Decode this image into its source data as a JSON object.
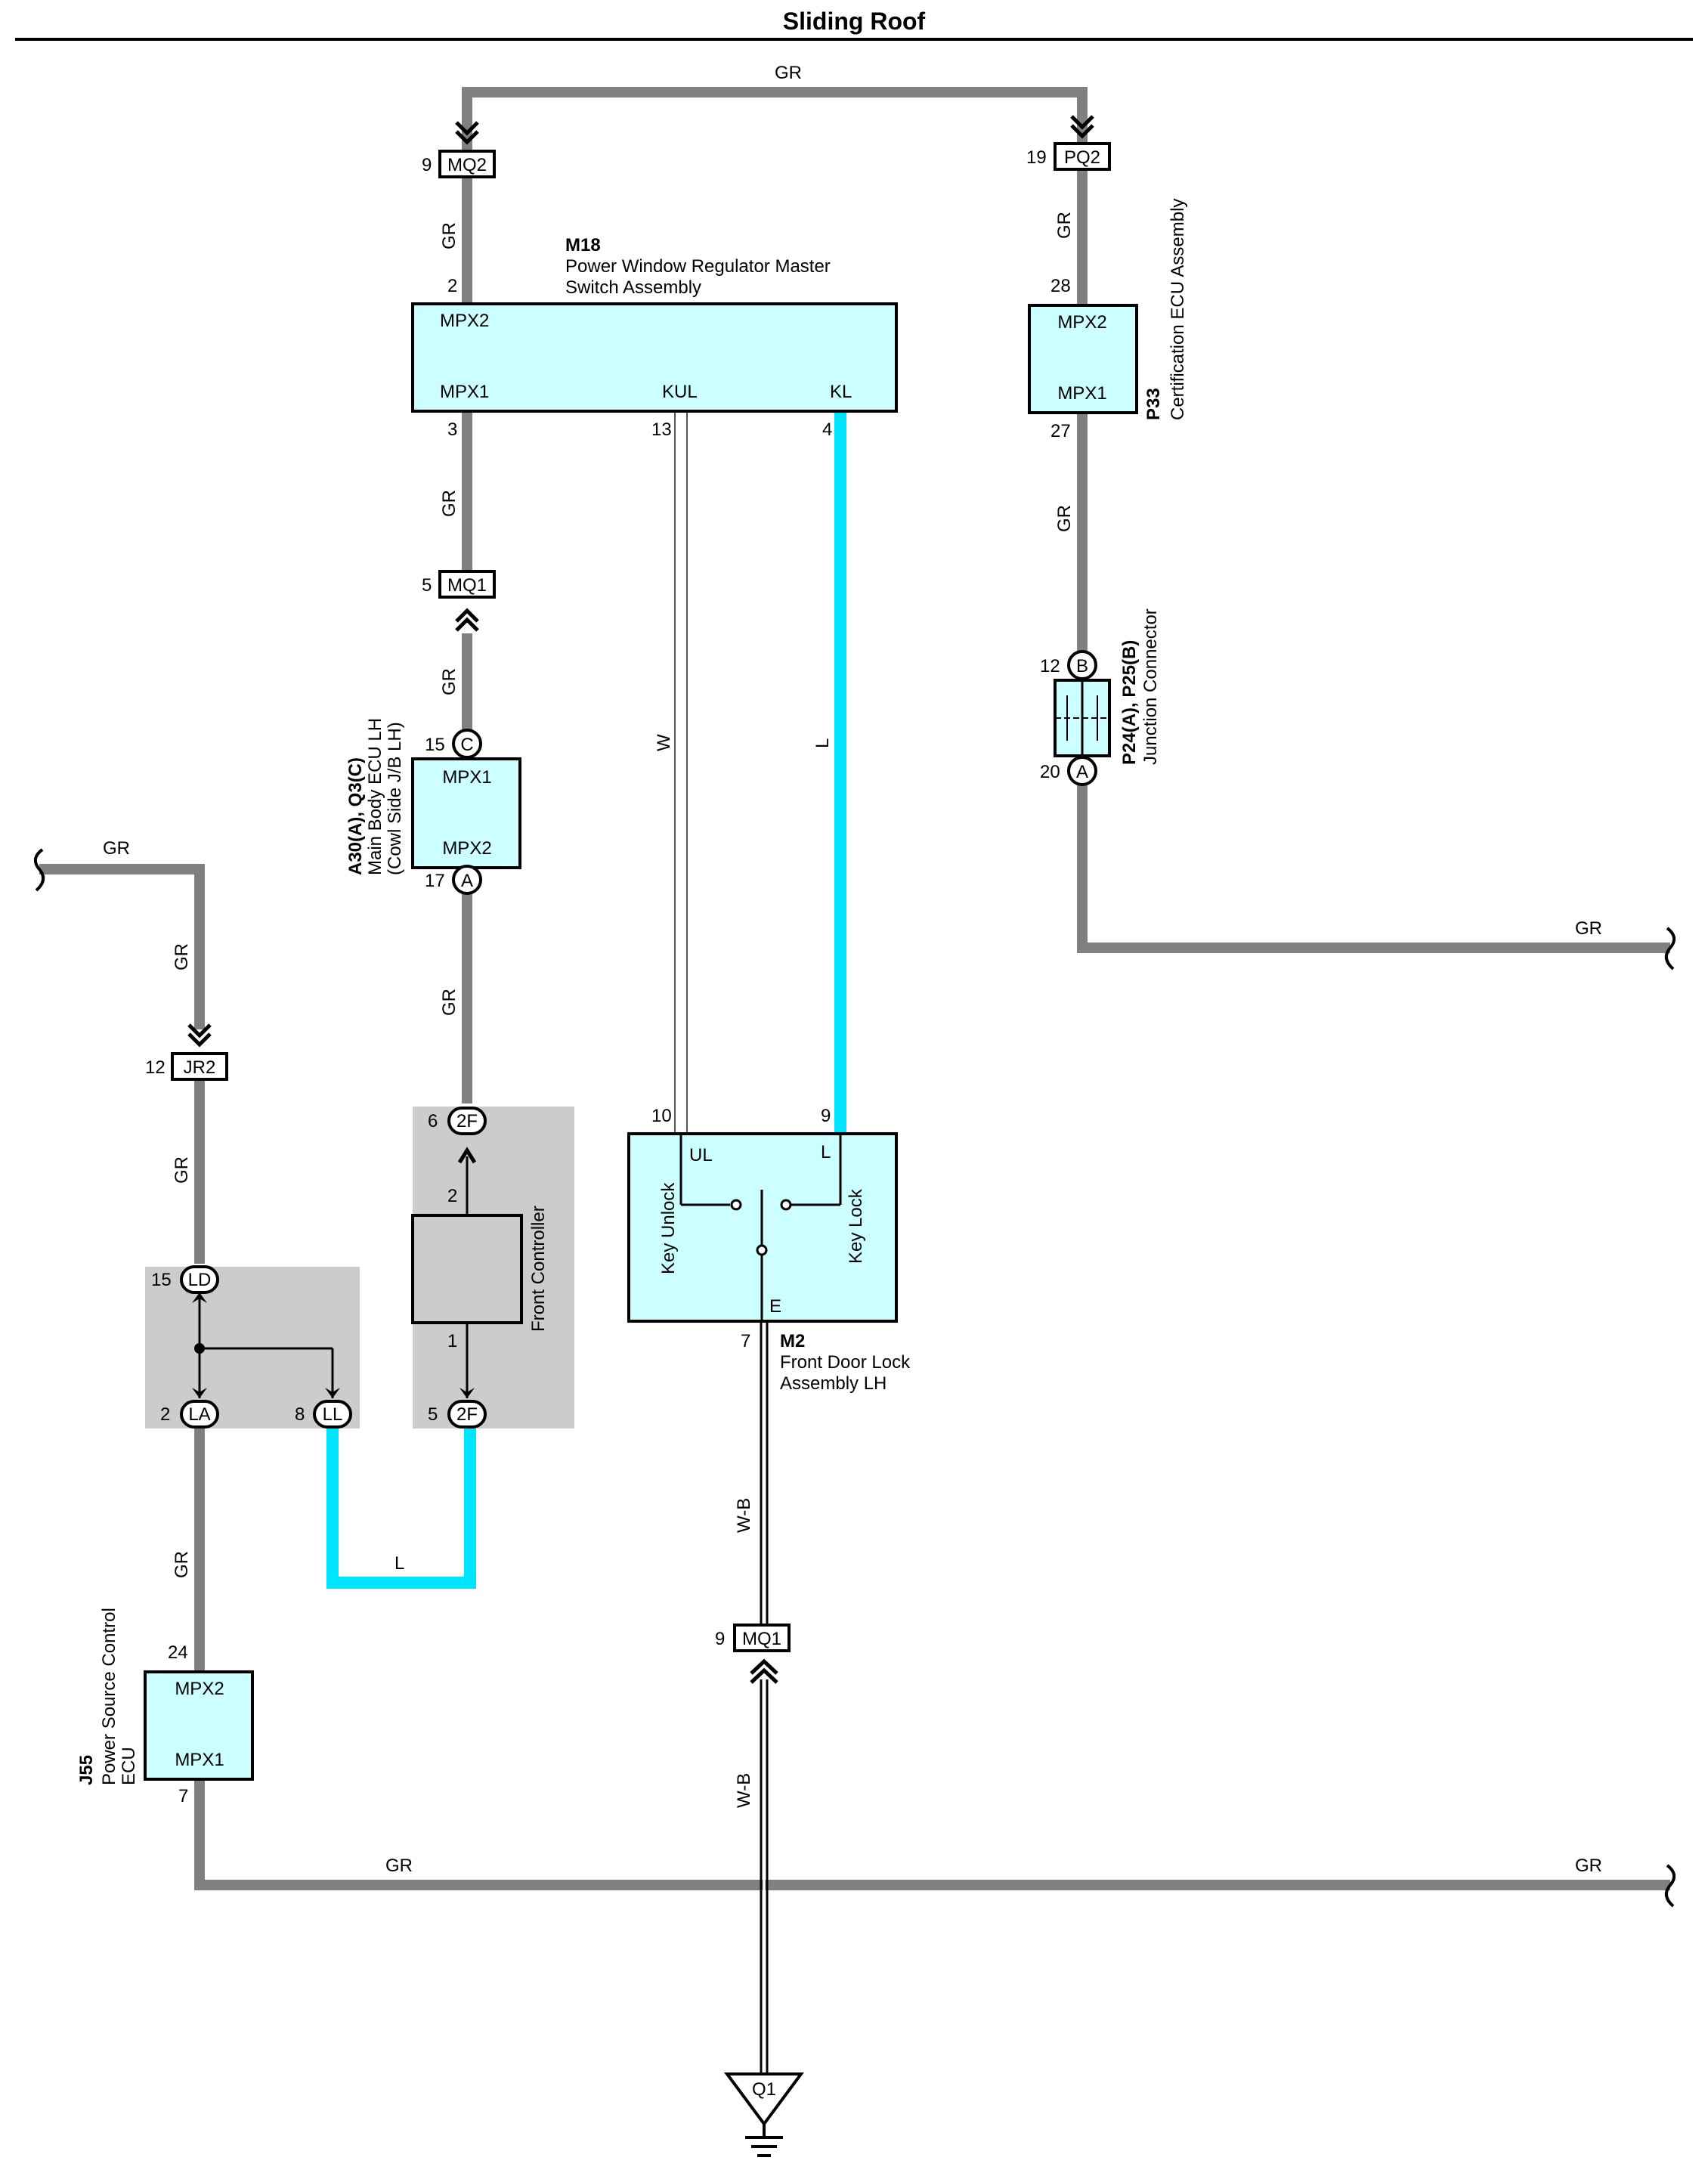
{
  "title": "Sliding Roof",
  "colors": {
    "wire_gray": "#808080",
    "wire_light_blue": "#00e5ff",
    "component_fill": "#ccffff",
    "module_fill": "#cccccc",
    "line": "#000000"
  },
  "wires": {
    "gr": "GR",
    "w": "W",
    "l": "L",
    "wb": "W-B"
  },
  "connectors": {
    "mq2": {
      "name": "MQ2",
      "pin": "9"
    },
    "pq2": {
      "name": "PQ2",
      "pin": "19"
    },
    "mq1_top": {
      "name": "MQ1",
      "pin": "5"
    },
    "mq1_bottom": {
      "name": "MQ1",
      "pin": "9"
    },
    "jr2": {
      "name": "JR2",
      "pin": "12"
    },
    "ld": {
      "name": "LD",
      "pin": "15"
    },
    "la": {
      "name": "LA",
      "pin": "2"
    },
    "ll": {
      "name": "LL",
      "pin": "8"
    },
    "f2_top": {
      "name": "2F",
      "pin": "6"
    },
    "f2_bottom": {
      "name": "2F",
      "pin": "5"
    },
    "ground": {
      "name": "Q1"
    }
  },
  "components": {
    "m18": {
      "id": "M18",
      "name_line1": "Power Window Regulator Master",
      "name_line2": "Switch Assembly",
      "terms": {
        "mpx2": "MPX2",
        "mpx1": "MPX1",
        "kul": "KUL",
        "kl": "KL"
      },
      "pins": {
        "mpx2": "2",
        "mpx1": "3",
        "kul": "13",
        "kl": "4"
      }
    },
    "p33": {
      "id": "P33",
      "name": "Certification ECU Assembly",
      "terms": {
        "mpx2": "MPX2",
        "mpx1": "MPX1"
      },
      "pins": {
        "mpx2": "28",
        "mpx1": "27"
      }
    },
    "a30": {
      "id": "A30(A), Q3(C)",
      "name_line1": "Main Body ECU LH",
      "name_line2": "(Cowl Side J/B LH)",
      "terms": {
        "mpx1": "MPX1",
        "mpx2": "MPX2"
      },
      "pins": {
        "c": "15",
        "a": "17"
      },
      "pin_letters": {
        "c": "C",
        "a": "A"
      }
    },
    "p24": {
      "id": "P24(A), P25(B)",
      "name": "Junction Connector",
      "pins": {
        "b": "12",
        "a": "20"
      },
      "pin_letters": {
        "b": "B",
        "a": "A"
      }
    },
    "front_controller": {
      "name": "Front Controller",
      "pins": {
        "top": "2",
        "bottom": "1"
      }
    },
    "m2": {
      "id": "M2",
      "name_line1": "Front Door Lock",
      "name_line2": "Assembly LH",
      "terms": {
        "ul": "UL",
        "l": "L",
        "e": "E",
        "key_unlock": "Key Unlock",
        "key_lock": "Key Lock"
      },
      "pins": {
        "ul": "10",
        "l": "9",
        "e": "7"
      }
    },
    "j55": {
      "id": "J55",
      "name_line1": "Power Source Control",
      "name_line2": "ECU",
      "terms": {
        "mpx2": "MPX2",
        "mpx1": "MPX1"
      },
      "pins": {
        "mpx2": "24",
        "mpx1": "7"
      }
    }
  }
}
